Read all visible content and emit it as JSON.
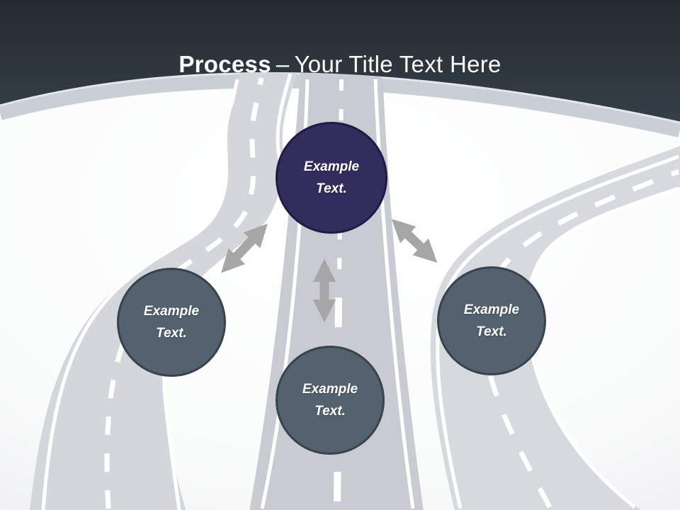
{
  "title": {
    "bold": "Process",
    "dash": "–",
    "rest": "Your Title Text Here"
  },
  "nodes": [
    {
      "id": "top",
      "line1": "Example",
      "line2": "Text."
    },
    {
      "id": "left",
      "line1": "Example",
      "line2": "Text."
    },
    {
      "id": "right",
      "line1": "Example",
      "line2": "Text."
    },
    {
      "id": "bottom",
      "line1": "Example",
      "line2": "Text."
    }
  ],
  "icons": {
    "connector_top_left": "double-headed-arrow",
    "connector_top_bottom": "double-headed-arrow",
    "connector_top_right": "double-headed-arrow"
  },
  "colors": {
    "header_dark": "#2b343b",
    "header_light": "#5e6b75",
    "accent_navy": "#312e5e",
    "accent_navy_border": "#1f1b45",
    "node_slate": "#54616e",
    "node_slate_border": "#38434d",
    "arrow_gray": "#a6a6a6",
    "road_gray": "#c8ccd2",
    "road_gray_light": "#d3d6db",
    "horizon_band": "#cacfd5",
    "ground_white": "#fcfcfd"
  }
}
